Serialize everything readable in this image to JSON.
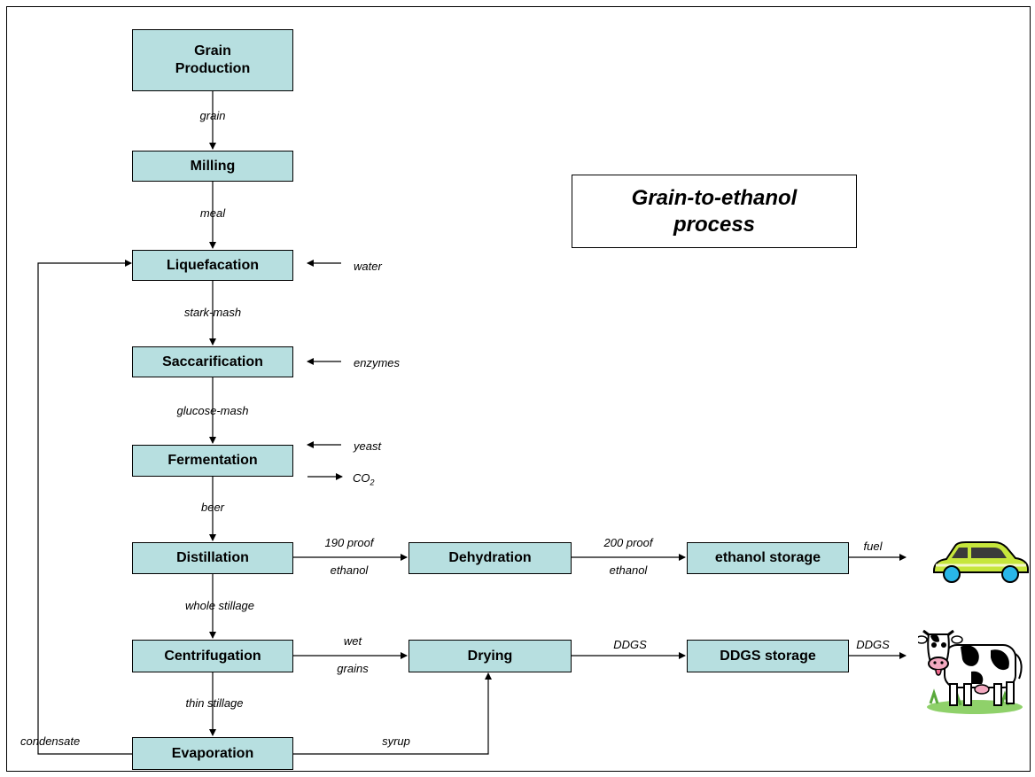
{
  "title": {
    "line1": "Grain-to-ethanol",
    "line2": "process"
  },
  "steps": {
    "grain_production": {
      "line1": "Grain",
      "line2": "Production"
    },
    "milling": "Milling",
    "liquefacation": "Liquefacation",
    "saccarification": "Saccarification",
    "fermentation": "Fermentation",
    "distillation": "Distillation",
    "dehydration": "Dehydration",
    "ethanol_storage": "ethanol storage",
    "centrifugation": "Centrifugation",
    "drying": "Drying",
    "ddgs_storage": "DDGS storage",
    "evaporation": "Evaporation"
  },
  "flows": {
    "grain": "grain",
    "meal": "meal",
    "water": "water",
    "stark_mash": "stark-mash",
    "enzymes": "enzymes",
    "glucose_mash": "glucose-mash",
    "yeast": "yeast",
    "co2": "CO",
    "co2_sub": "2",
    "beer": "beer",
    "proof190_a": "190 proof",
    "proof190_b": "ethanol",
    "proof200_a": "200 proof",
    "proof200_b": "ethanol",
    "fuel": "fuel",
    "whole_stillage": "whole stillage",
    "wet_a": "wet",
    "wet_b": "grains",
    "ddgs_1": "DDGS",
    "ddgs_2": "DDGS",
    "thin_stillage": "thin stillage",
    "condensate": "condensate",
    "syrup": "syrup"
  },
  "icons": [
    "car-icon",
    "cow-icon"
  ],
  "colors": {
    "box_fill": "#b7dfe0",
    "car_body": "#c6e63c",
    "car_wheels": "#29b6e8"
  }
}
